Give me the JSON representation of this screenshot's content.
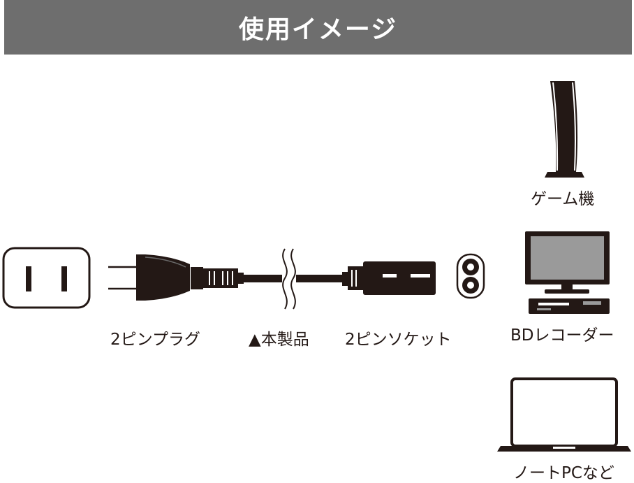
{
  "header": {
    "title": "使用イメージ"
  },
  "labels": {
    "plug": "2ピンプラグ",
    "product": "▲本製品",
    "socket": "2ピンソケット",
    "game": "ゲーム機",
    "bd": "BDレコーダー",
    "laptop": "ノートPCなど"
  },
  "icons": {
    "outlet": "wall-outlet-icon",
    "plug": "two-pin-plug-icon",
    "socket": "two-pin-socket-icon",
    "inlet": "figure-eight-inlet-icon",
    "game": "game-console-icon",
    "tv": "tv-icon",
    "recorder": "bd-recorder-icon",
    "laptop": "laptop-icon"
  },
  "colors": {
    "header_bg": "#6e6e6e",
    "ink": "#231815",
    "screen_grey": "#9a9a9a"
  }
}
